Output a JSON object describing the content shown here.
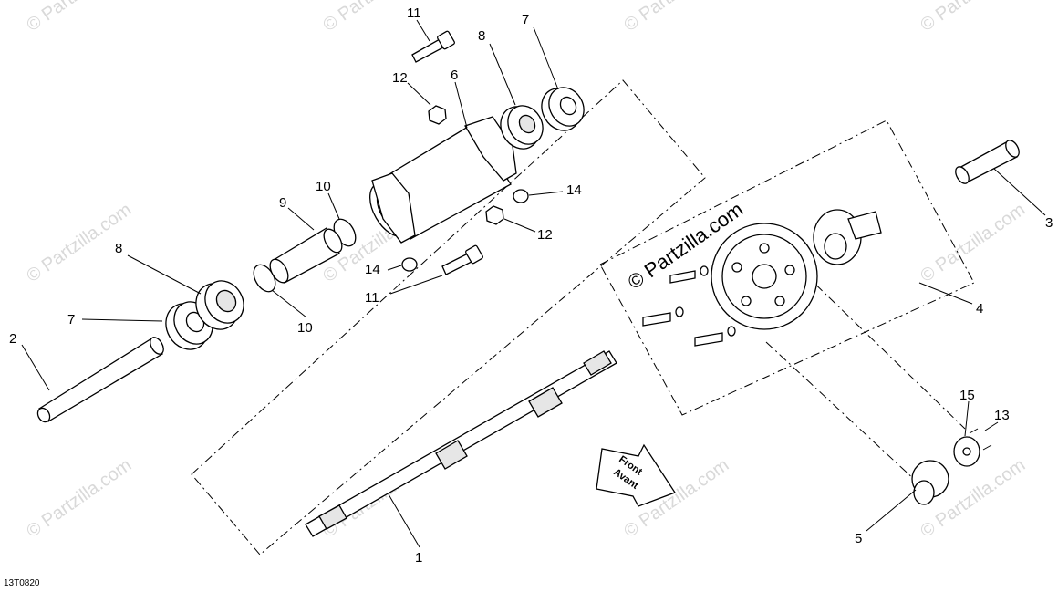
{
  "diagram": {
    "drawing_code": "13T0820",
    "watermark_main": "© Partzilla.com",
    "watermark_repeat": "© Partzilla.com",
    "direction_arrow": {
      "line1": "Front",
      "line2": "Avant"
    },
    "callouts": [
      {
        "id": "c1",
        "number": "1"
      },
      {
        "id": "c2",
        "number": "2"
      },
      {
        "id": "c3",
        "number": "3"
      },
      {
        "id": "c4",
        "number": "4"
      },
      {
        "id": "c5",
        "number": "5"
      },
      {
        "id": "c6",
        "number": "6"
      },
      {
        "id": "c7a",
        "number": "7"
      },
      {
        "id": "c7b",
        "number": "7"
      },
      {
        "id": "c8a",
        "number": "8"
      },
      {
        "id": "c8b",
        "number": "8"
      },
      {
        "id": "c9",
        "number": "9"
      },
      {
        "id": "c10a",
        "number": "10"
      },
      {
        "id": "c10b",
        "number": "10"
      },
      {
        "id": "c11a",
        "number": "11"
      },
      {
        "id": "c11b",
        "number": "11"
      },
      {
        "id": "c12a",
        "number": "12"
      },
      {
        "id": "c12b",
        "number": "12"
      },
      {
        "id": "c13",
        "number": "13"
      },
      {
        "id": "c14a",
        "number": "14"
      },
      {
        "id": "c14b",
        "number": "14"
      },
      {
        "id": "c15",
        "number": "15"
      }
    ]
  }
}
